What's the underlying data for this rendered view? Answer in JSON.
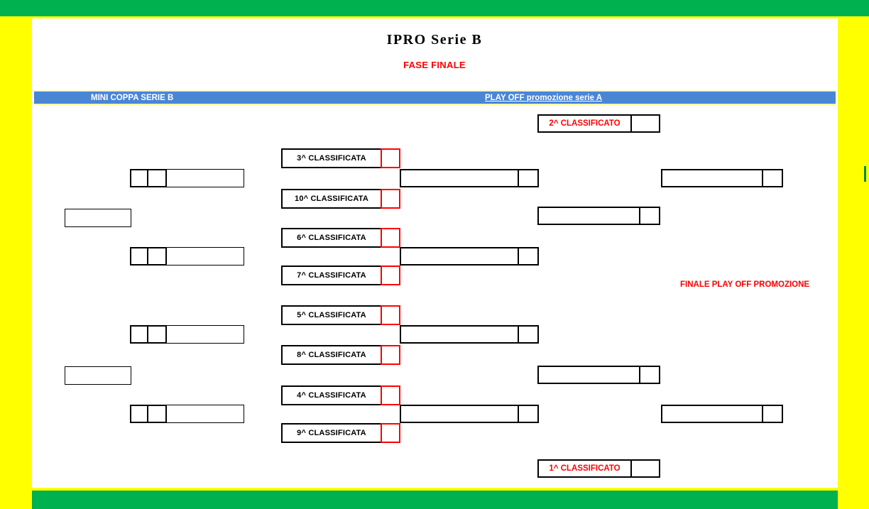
{
  "page": {
    "title_main": "IPRO  Serie  B",
    "title_sub": "FASE FINALE",
    "frame_colors": {
      "green": "#00b14f",
      "yellow": "#ffff00",
      "banner_blue": "#4a86d4",
      "red": "#ff0000",
      "black": "#000000"
    }
  },
  "banner": {
    "left_label": "MINI COPPA SERIE B",
    "right_label": "PLAY OFF promozione serie A"
  },
  "playoff": {
    "second_place": {
      "label": "2^ CLASSIFICATO",
      "score": ""
    },
    "first_place": {
      "label": "1^ CLASSIFICATO",
      "score": ""
    },
    "final_note": "FINALE PLAY OFF PROMOZIONE",
    "seeds": [
      {
        "label": "3^ CLASSIFICATA",
        "score": ""
      },
      {
        "label": "10^ CLASSIFICATA",
        "score": ""
      },
      {
        "label": "6^ CLASSIFICATA",
        "score": ""
      },
      {
        "label": "7^ CLASSIFICATA",
        "score": ""
      },
      {
        "label": "5^ CLASSIFICATA",
        "score": ""
      },
      {
        "label": "8^ CLASSIFICATA",
        "score": ""
      },
      {
        "label": "4^ CLASSIFICATA",
        "score": ""
      },
      {
        "label": "9^ CLASSIFICATA",
        "score": ""
      }
    ],
    "round2": [
      {
        "name": "",
        "score": ""
      },
      {
        "name": "",
        "score": ""
      },
      {
        "name": "",
        "score": ""
      },
      {
        "name": "",
        "score": ""
      }
    ],
    "semifinals": [
      {
        "name": "",
        "score": ""
      },
      {
        "name": "",
        "score": ""
      }
    ],
    "finals": [
      {
        "name": "",
        "score": ""
      },
      {
        "name": "",
        "score": ""
      }
    ]
  },
  "coppa": {
    "rows": [
      {
        "cell_a": "",
        "cell_b": "",
        "cell_wide": ""
      },
      {
        "cell_a": "",
        "cell_b": "",
        "cell_wide": ""
      },
      {
        "cell_a": "",
        "cell_b": "",
        "cell_wide": ""
      },
      {
        "cell_a": "",
        "cell_b": "",
        "cell_wide": ""
      }
    ],
    "plain_boxes": [
      {
        "text": ""
      },
      {
        "text": ""
      }
    ]
  }
}
